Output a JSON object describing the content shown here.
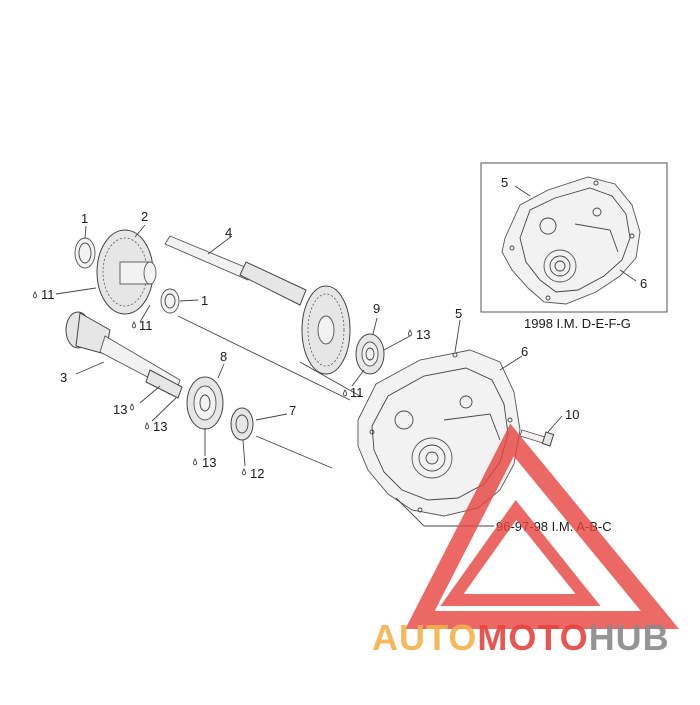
{
  "callouts": {
    "p1a": "1",
    "p2": "2",
    "p4": "4",
    "p1b": "1",
    "p11a": "11",
    "p11b": "11",
    "p3": "3",
    "p13a": "13",
    "p13b": "13",
    "p8": "8",
    "p13c": "13",
    "p7": "7",
    "p12": "12",
    "p9": "9",
    "p13d": "13",
    "p11c": "11",
    "p5": "5",
    "p6": "6",
    "p10": "10",
    "p5i": "5",
    "p6i": "6"
  },
  "captions": {
    "inset": "1998  I.M. D-E-F-G",
    "main": "96-97-98  I.M. A-B-C"
  },
  "watermark": {
    "part1": "AUTO",
    "part2": "MOTO",
    "part3": "HUB",
    "color_orange": "#f5b24a",
    "color_red": "#e8433f",
    "color_grey": "#8a8a8a"
  }
}
